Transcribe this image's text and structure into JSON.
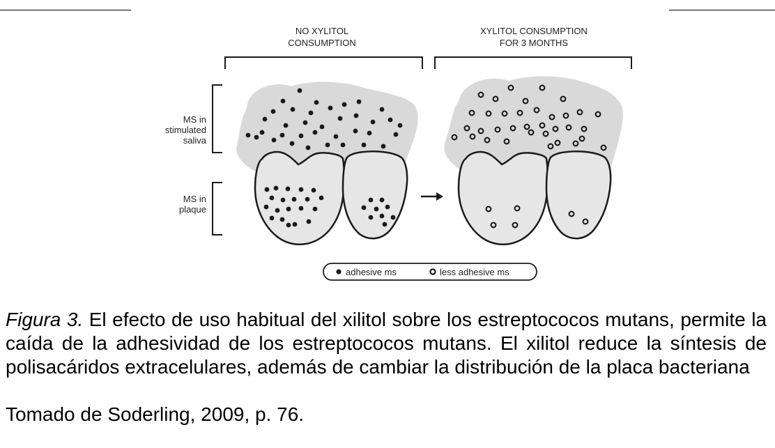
{
  "diagram": {
    "group_no_xylitol": {
      "line1": "NO XYLITOL",
      "line2": "CONSUMPTION"
    },
    "group_xylitol": {
      "line1": "XYLITOL CONSUMPTION",
      "line2": "FOR 3 MONTHS"
    },
    "label_saliva": {
      "line1": "MS in",
      "line2": "stimulated",
      "line3": "saliva"
    },
    "label_plaque": {
      "line1": "MS in",
      "line2": "plaque"
    },
    "legend": {
      "adhesive": "adhesive ms",
      "less_adhesive": "less adhesive ms"
    },
    "colors": {
      "saliva_fill": "#d9d9d9",
      "tooth_fill": "#e6e6e6",
      "ink": "#1a1a1a"
    }
  },
  "caption": {
    "label": "Figura 3.",
    "text": " El efecto de uso habitual del xilitol sobre los estreptococos mutans, permite la caída de la adhesividad de los estreptococos mutans. El xilitol reduce la síntesis de polisacáridos extracelulares, además de cambiar la distribución de la placa bacteriana",
    "source": "Tomado de Soderling, 2009, p. 76."
  }
}
